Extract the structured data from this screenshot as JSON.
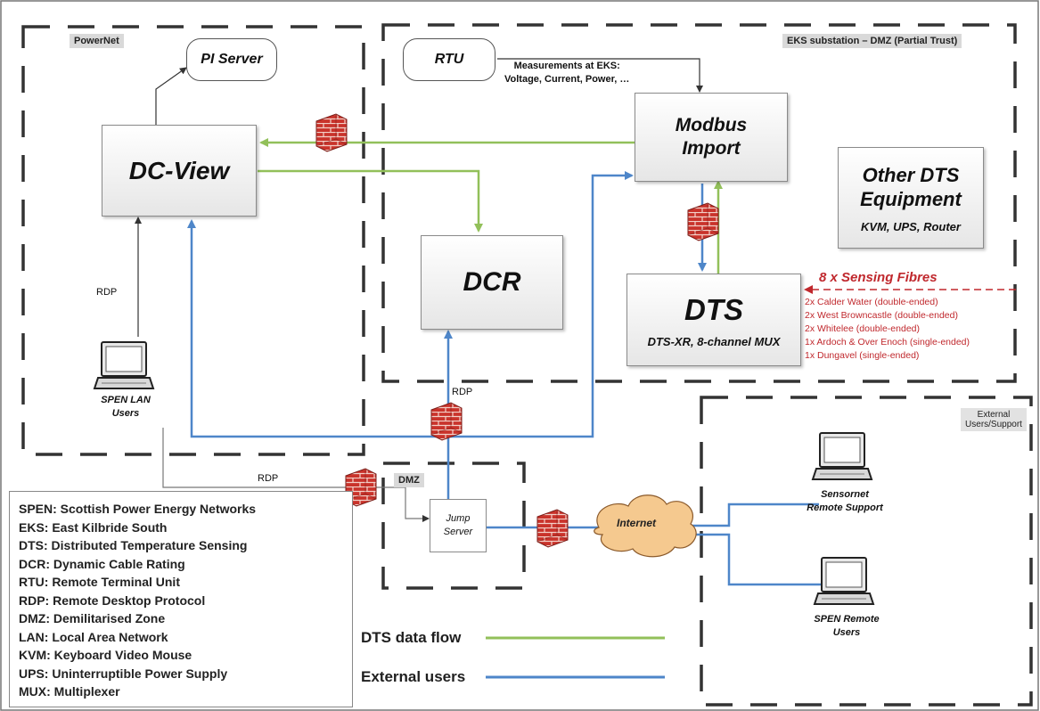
{
  "zones": {
    "powernet": "PowerNet",
    "eks": "EKS substation – DMZ (Partial Trust)",
    "dmz": "DMZ",
    "external": "External Users/Support"
  },
  "nodes": {
    "pi_server": "PI Server",
    "rtu": "RTU",
    "rtu_measurements": [
      "Measurements at EKS:",
      "Voltage, Current, Power, …"
    ],
    "modbus": [
      "Modbus",
      "Import"
    ],
    "dc_view": "DC-View",
    "dcr": "DCR",
    "dts": "DTS",
    "dts_sub": "DTS-XR, 8-channel MUX",
    "other_dts": [
      "Other DTS",
      "Equipment"
    ],
    "other_dts_sub": "KVM, UPS, Router",
    "jump_server": [
      "Jump",
      "Server"
    ],
    "internet": "Internet"
  },
  "sensing_fibres": {
    "title": "8 x Sensing Fibres",
    "items": [
      "2x Calder Water (double-ended)",
      "2x West Browncastle (double-ended)",
      "2x Whitelee (double-ended)",
      "1x Ardoch & Over Enoch (single-ended)",
      "1x Dungavel (single-ended)"
    ]
  },
  "users": {
    "spen_lan": [
      "SPEN LAN",
      "Users"
    ],
    "sensornet": [
      "Sensornet",
      "Remote Support"
    ],
    "spen_remote": [
      "SPEN Remote",
      "Users"
    ]
  },
  "connection_labels": {
    "rdp_1": "RDP",
    "rdp_2": "RDP",
    "rdp_3": "RDP"
  },
  "flow_legend": {
    "dts_data_flow": {
      "label": "DTS data flow",
      "color": "#92c05a"
    },
    "external_users": {
      "label": "External users",
      "color": "#4e86c9"
    }
  },
  "abbreviations": [
    "SPEN: Scottish Power Energy Networks",
    "EKS: East Kilbride South",
    "DTS: Distributed Temperature Sensing",
    "DCR: Dynamic Cable Rating",
    "RTU: Remote Terminal Unit",
    "RDP: Remote Desktop Protocol",
    "DMZ: Demilitarised Zone",
    "LAN: Local Area Network",
    "KVM: Keyboard Video Mouse",
    "UPS: Uninterruptible Power Supply",
    "MUX: Multiplexer"
  ],
  "colors": {
    "green_flow": "#92c05a",
    "blue_flow": "#4e86c9",
    "firewall": "#c9332b",
    "fibre_text": "#c0282d"
  }
}
